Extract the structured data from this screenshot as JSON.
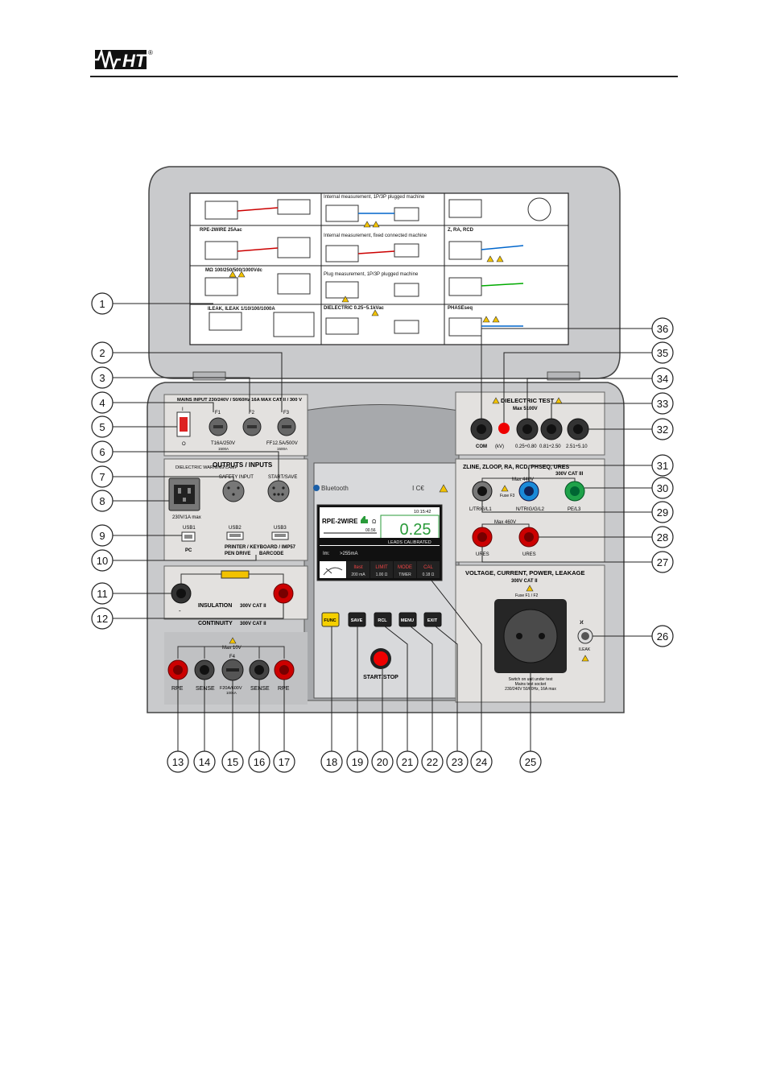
{
  "header": {
    "logo_text": "HT",
    "logo_mark": "®"
  },
  "lid": {
    "sections": [
      "RPE-2WIRE 25Aac",
      "MΩ 100/250/500/1000Vdc",
      "ILEAK, ILEAK 1/10/100/1000A",
      "Internal measurement, 1P/3P plugged machine",
      "Internal measurement, fixed connected machine",
      "Plug measurement, 1P/3P plugged machine",
      "DIELECTRIC 0.25~5.1kVac",
      "Z, RA, RCD",
      "PHASEseq"
    ]
  },
  "mains": {
    "title": "MAINS INPUT 230/240V / 50/60Hz 16A MAX CAT II / 300 V",
    "switch_on": "I",
    "switch_off": "O",
    "fuses": [
      "F1",
      "F2",
      "F3"
    ],
    "fuse_rating_1": "T16A/250V",
    "fuse_rating_1b": "1500A",
    "fuse_rating_2": "FF12.5A/500V",
    "fuse_rating_2b": "1500A"
  },
  "outputs": {
    "title": "OUTPUTS / INPUTS",
    "lamp_label": "DIELECTRIC WARNING LAMP",
    "safety_input": "SAFETY INPUT",
    "start_save": "START/SAVE",
    "rating": "230V/1A max",
    "usb1": "USB1",
    "usb2": "USB2",
    "usb3": "USB3",
    "pc": "PC",
    "printer_line": "PRINTER / KEYBOARD / IMP57",
    "pen_drive": "PEN DRIVE",
    "barcode": "BARCODE"
  },
  "insulation": {
    "title": "INSULATION",
    "cat": "300V CAT II",
    "minus": "-",
    "continuity": "CONTINUITY",
    "continuity_cat": "300V CAT II"
  },
  "continuity_bank": {
    "max": "Max 10V",
    "f4": "F4",
    "fuse": "F20A/600V",
    "fuse_b": "100kA",
    "rpe": "RPE",
    "sense": "SENSE"
  },
  "display": {
    "bluetooth": "Bluetooth",
    "time": "10:15:42",
    "mode": "RPE-2WIRE",
    "unit": "Ω",
    "value": "0.25",
    "small_value": "00.56",
    "status": "LEADS CALIBRATED",
    "im_label": "Im:",
    "im_value": ">255mA",
    "soft_keys": [
      {
        "top": "Itest",
        "bottom": "200 mA"
      },
      {
        "top": "LIMIT",
        "bottom": "1.00 Ω"
      },
      {
        "top": "MODE",
        "bottom": "TIMER"
      },
      {
        "top": "CAL",
        "bottom": "0.18 Ω"
      }
    ]
  },
  "keys": {
    "func": "FUNC",
    "save": "SAVE",
    "rcl": "RCL",
    "menu": "MENU",
    "exit": "EXIT",
    "start_stop": "START/STOP"
  },
  "dielectric": {
    "title": "DIELECTRIC TEST",
    "max": "Max 5100V",
    "com": "COM",
    "kv": "(kV)",
    "range1": "0.25÷0.80",
    "range2": "0.81÷2.50",
    "range3": "2.51÷5.10"
  },
  "zline": {
    "title": "ZLINE, ZLOOP, RA, RCD, PHSEQ, URES",
    "cat": "300V CAT III",
    "max": "Max 440V",
    "fuse": "Fuse F3",
    "l": "L/TRIG/L1",
    "n": "N/TRIG/G/L2",
    "pe": "PE/L3",
    "max2": "Max 460V",
    "ures": "URES"
  },
  "voltage": {
    "title": "VOLTAGE, CURRENT, POWER, LEAKAGE",
    "cat": "300V CAT II",
    "fuse": "Fuse F1 / F2",
    "switch1": "Switch on unit under test",
    "switch2": "Mains test socket",
    "switch3": "230/240V 50/60Hz, 16A max",
    "ileak": "ILEAK"
  },
  "callouts": [
    "1",
    "2",
    "3",
    "4",
    "5",
    "6",
    "7",
    "8",
    "9",
    "10",
    "11",
    "12",
    "13",
    "14",
    "15",
    "16",
    "17",
    "18",
    "19",
    "20",
    "21",
    "22",
    "23",
    "24",
    "25",
    "26",
    "27",
    "28",
    "29",
    "30",
    "31",
    "32",
    "33",
    "34",
    "35",
    "36"
  ]
}
